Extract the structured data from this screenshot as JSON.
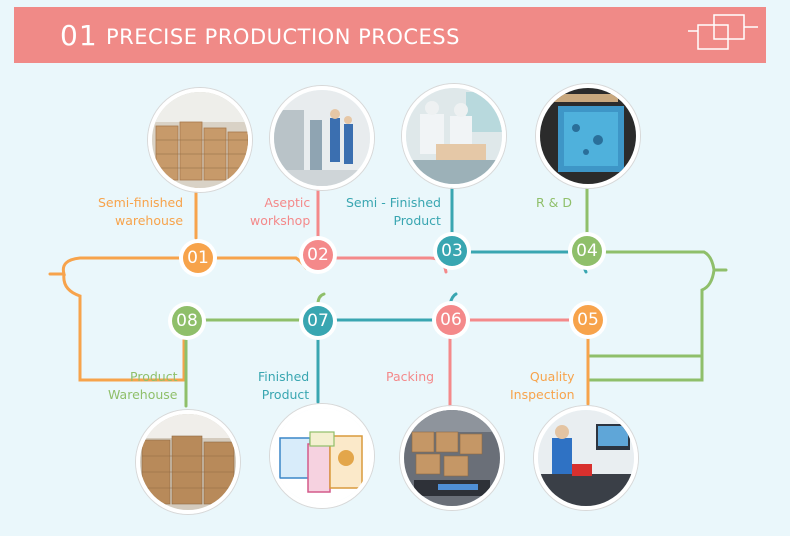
{
  "header": {
    "number": "01",
    "title": "PRECISE PRODUCTION PROCESS"
  },
  "colors": {
    "banner": "#f08a87",
    "orange": "#f7a34b",
    "coral": "#f4898a",
    "teal": "#39a6b1",
    "green": "#8fbf6a"
  },
  "steps": [
    {
      "number": "01",
      "label": "Semi-finished\nwarehouse",
      "color": "#f7a34b",
      "photo": "warehouse-boxes-photo"
    },
    {
      "number": "02",
      "label": "Aseptic\nworkshop",
      "color": "#f4898a",
      "photo": "aseptic-workshop-photo"
    },
    {
      "number": "03",
      "label": "Semi - Finished\nProduct",
      "color": "#39a6b1",
      "photo": "workers-packing-photo"
    },
    {
      "number": "04",
      "label": "R & D",
      "color": "#8fbf6a",
      "photo": "lab-research-photo"
    },
    {
      "number": "05",
      "label": "Quality\nInspection",
      "color": "#f7a34b",
      "photo": "quality-lab-photo"
    },
    {
      "number": "06",
      "label": "Packing",
      "color": "#f4898a",
      "photo": "packing-room-photo"
    },
    {
      "number": "07",
      "label": "Finished\nProduct",
      "color": "#39a6b1",
      "photo": "product-packages-photo"
    },
    {
      "number": "08",
      "label": "Product\nWarehouse",
      "color": "#8fbf6a",
      "photo": "product-warehouse-photo"
    }
  ]
}
